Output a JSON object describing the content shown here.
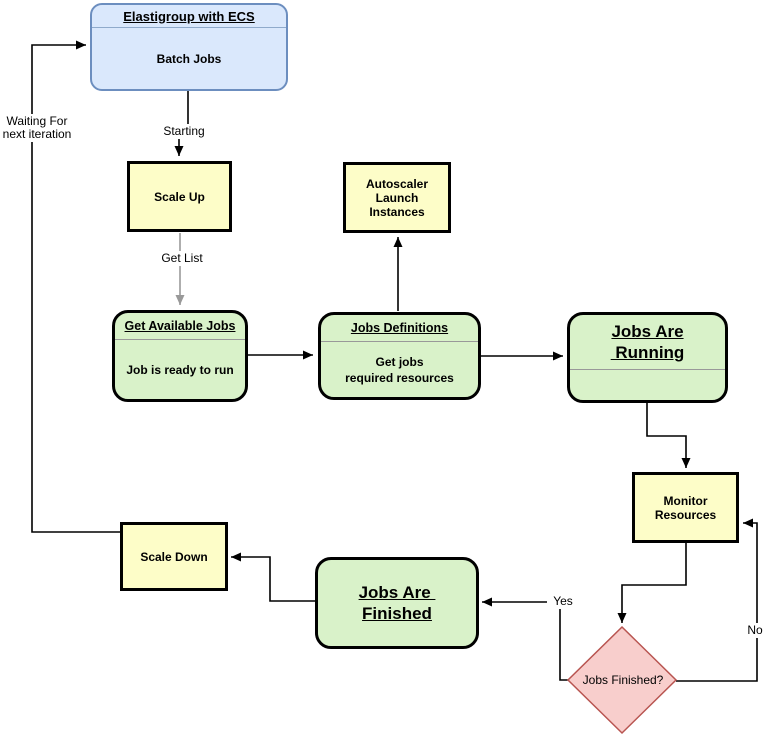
{
  "colors": {
    "blue_fill": "#dae8fc",
    "blue_border": "#6c8ebf",
    "yellow_fill": "#fdfdc8",
    "green_fill": "#d9f2c9",
    "pink_fill": "#f8cecc",
    "pink_border": "#b85450",
    "box_border": "#000000",
    "gray_edge": "#999999"
  },
  "nodes": {
    "batch_jobs": {
      "header": "Elastigroup with ECS",
      "body": "Batch Jobs"
    },
    "scale_up": {
      "label": "Scale Up"
    },
    "autoscaler": {
      "line1": "Autoscaler",
      "line2": "Launch",
      "line3": "Instances"
    },
    "get_available_jobs": {
      "header": "Get Available Jobs",
      "body": "Job is ready to run"
    },
    "jobs_definitions": {
      "header": "Jobs Definitions",
      "body_line1": "Get jobs",
      "body_line2": "required resources"
    },
    "jobs_running": {
      "line1": "Jobs Are",
      "line2": " Running"
    },
    "monitor_resources": {
      "line1": "Monitor",
      "line2": "Resources"
    },
    "jobs_finished_decision": {
      "label": "Jobs Finished?"
    },
    "jobs_finished": {
      "line1": "Jobs Are ",
      "line2": "Finished"
    },
    "scale_down": {
      "label": "Scale Down"
    }
  },
  "edge_labels": {
    "starting": "Starting",
    "get_list": "Get List",
    "waiting_line1": "Waiting For",
    "waiting_line2": "next iteration",
    "yes": "Yes",
    "no": "No"
  }
}
